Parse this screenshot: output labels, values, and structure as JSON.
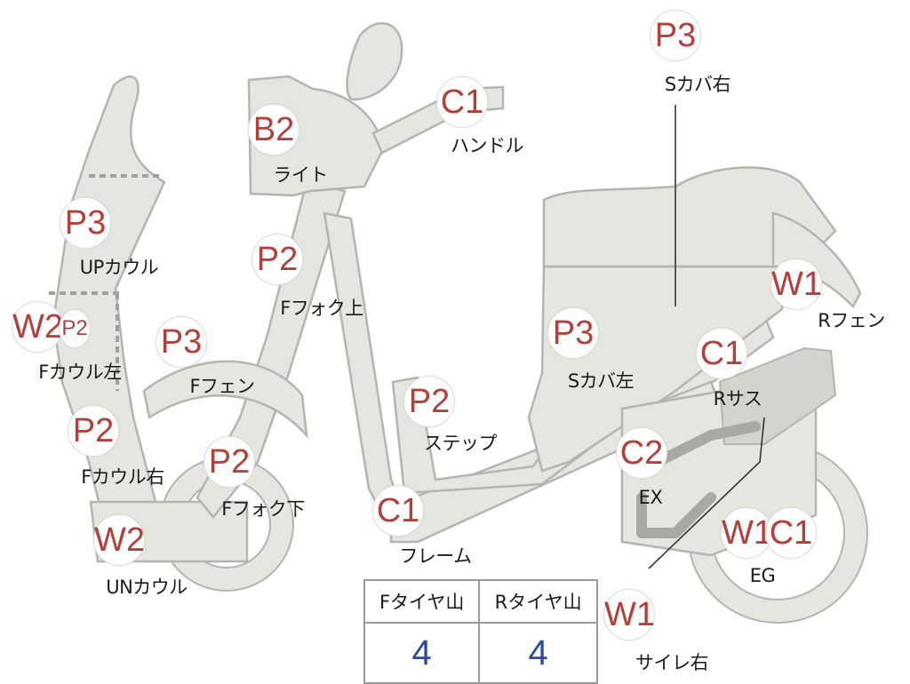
{
  "parts": [
    {
      "id": "light",
      "grade": "B2",
      "name": "ライト"
    },
    {
      "id": "handle",
      "grade": "C1",
      "name": "ハンドル"
    },
    {
      "id": "s-cover-right",
      "grade": "P3",
      "name": "Sカバ右"
    },
    {
      "id": "up-cowl",
      "grade": "P3",
      "name": "UPカウル"
    },
    {
      "id": "f-fork-upper",
      "grade": "P2",
      "name": "Fフォク上"
    },
    {
      "id": "f-cowl-left",
      "grade": "W2",
      "grade_sub": "P2",
      "name": "Fカウル左"
    },
    {
      "id": "f-fender",
      "grade": "P3",
      "name": "Fフェン"
    },
    {
      "id": "s-cover-left",
      "grade": "P3",
      "name": "Sカバ左"
    },
    {
      "id": "r-fender",
      "grade": "W1",
      "name": "Rフェン"
    },
    {
      "id": "r-suspension",
      "grade": "C1",
      "name": "Rサス"
    },
    {
      "id": "step",
      "grade": "P2",
      "name": "ステップ"
    },
    {
      "id": "f-cowl-right",
      "grade": "P2",
      "name": "Fカウル右"
    },
    {
      "id": "f-fork-lower",
      "grade": "P2",
      "name": "Fフォク下"
    },
    {
      "id": "ex",
      "grade": "C2",
      "name": "EX"
    },
    {
      "id": "frame",
      "grade": "C1",
      "name": "フレーム"
    },
    {
      "id": "un-cowl",
      "grade": "W2",
      "name": "UNカウル"
    },
    {
      "id": "eg",
      "grade": "W1",
      "grade_sub": "C1",
      "name": "EG"
    },
    {
      "id": "silencer-right",
      "grade": "W1",
      "name": "サイレ右"
    }
  ],
  "tire_table": {
    "headers": [
      "Fタイヤ山",
      "Rタイヤ山"
    ],
    "values": [
      "4",
      "4"
    ]
  },
  "colors": {
    "grade_text": "#b1413a",
    "tire_value": "#2c4a9e",
    "body_fill": "#e6e6e1"
  }
}
